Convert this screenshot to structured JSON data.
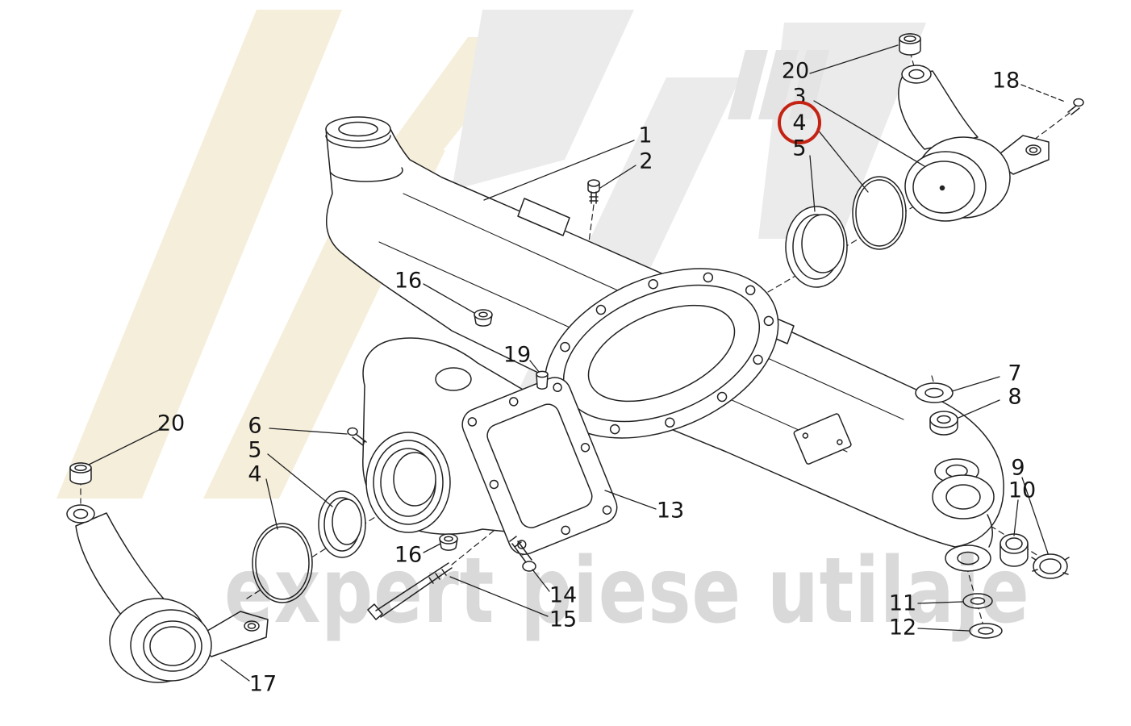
{
  "diagram": {
    "watermark_text": "expert piese utilaje",
    "highlight_color": "#c42314",
    "line_color": "#222222",
    "selected_callout": "4",
    "callouts": [
      {
        "label": "1"
      },
      {
        "label": "2"
      },
      {
        "label": "20"
      },
      {
        "label": "3"
      },
      {
        "label": "4",
        "highlighted": true
      },
      {
        "label": "5"
      },
      {
        "label": "18"
      },
      {
        "label": "16"
      },
      {
        "label": "19"
      },
      {
        "label": "7"
      },
      {
        "label": "8"
      },
      {
        "label": "20"
      },
      {
        "label": "6"
      },
      {
        "label": "5"
      },
      {
        "label": "4"
      },
      {
        "label": "9"
      },
      {
        "label": "10"
      },
      {
        "label": "13"
      },
      {
        "label": "16"
      },
      {
        "label": "14"
      },
      {
        "label": "15"
      },
      {
        "label": "11"
      },
      {
        "label": "12"
      },
      {
        "label": "17"
      }
    ]
  }
}
